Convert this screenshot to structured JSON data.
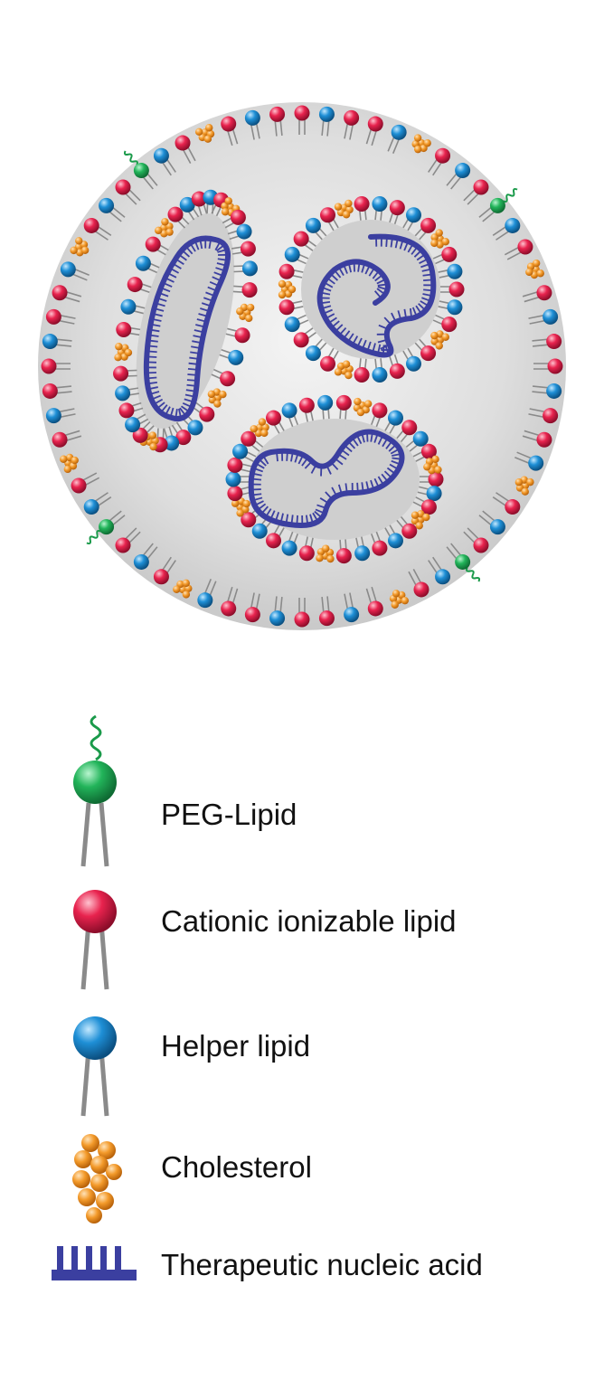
{
  "colors": {
    "peg": "#22b45a",
    "cationic": "#e8234e",
    "helper": "#1e8fd6",
    "cholesterol": "#f39a2a",
    "nucleic_acid": "#3b3fa0",
    "particle_fill": "#dcdcdc",
    "tail": "#8a8a8a"
  },
  "legend": {
    "peg_lipid": "PEG-Lipid",
    "cationic_lipid": "Cationic ionizable lipid",
    "helper_lipid": "Helper lipid",
    "cholesterol": "Cholesterol",
    "nucleic_acid": "Therapeutic nucleic acid"
  },
  "icons": {
    "peg": "peg-lipid-icon",
    "cationic": "cationic-lipid-icon",
    "helper": "helper-lipid-icon",
    "cholesterol": "cholesterol-icon",
    "nucleic_acid": "nucleic-acid-icon"
  }
}
